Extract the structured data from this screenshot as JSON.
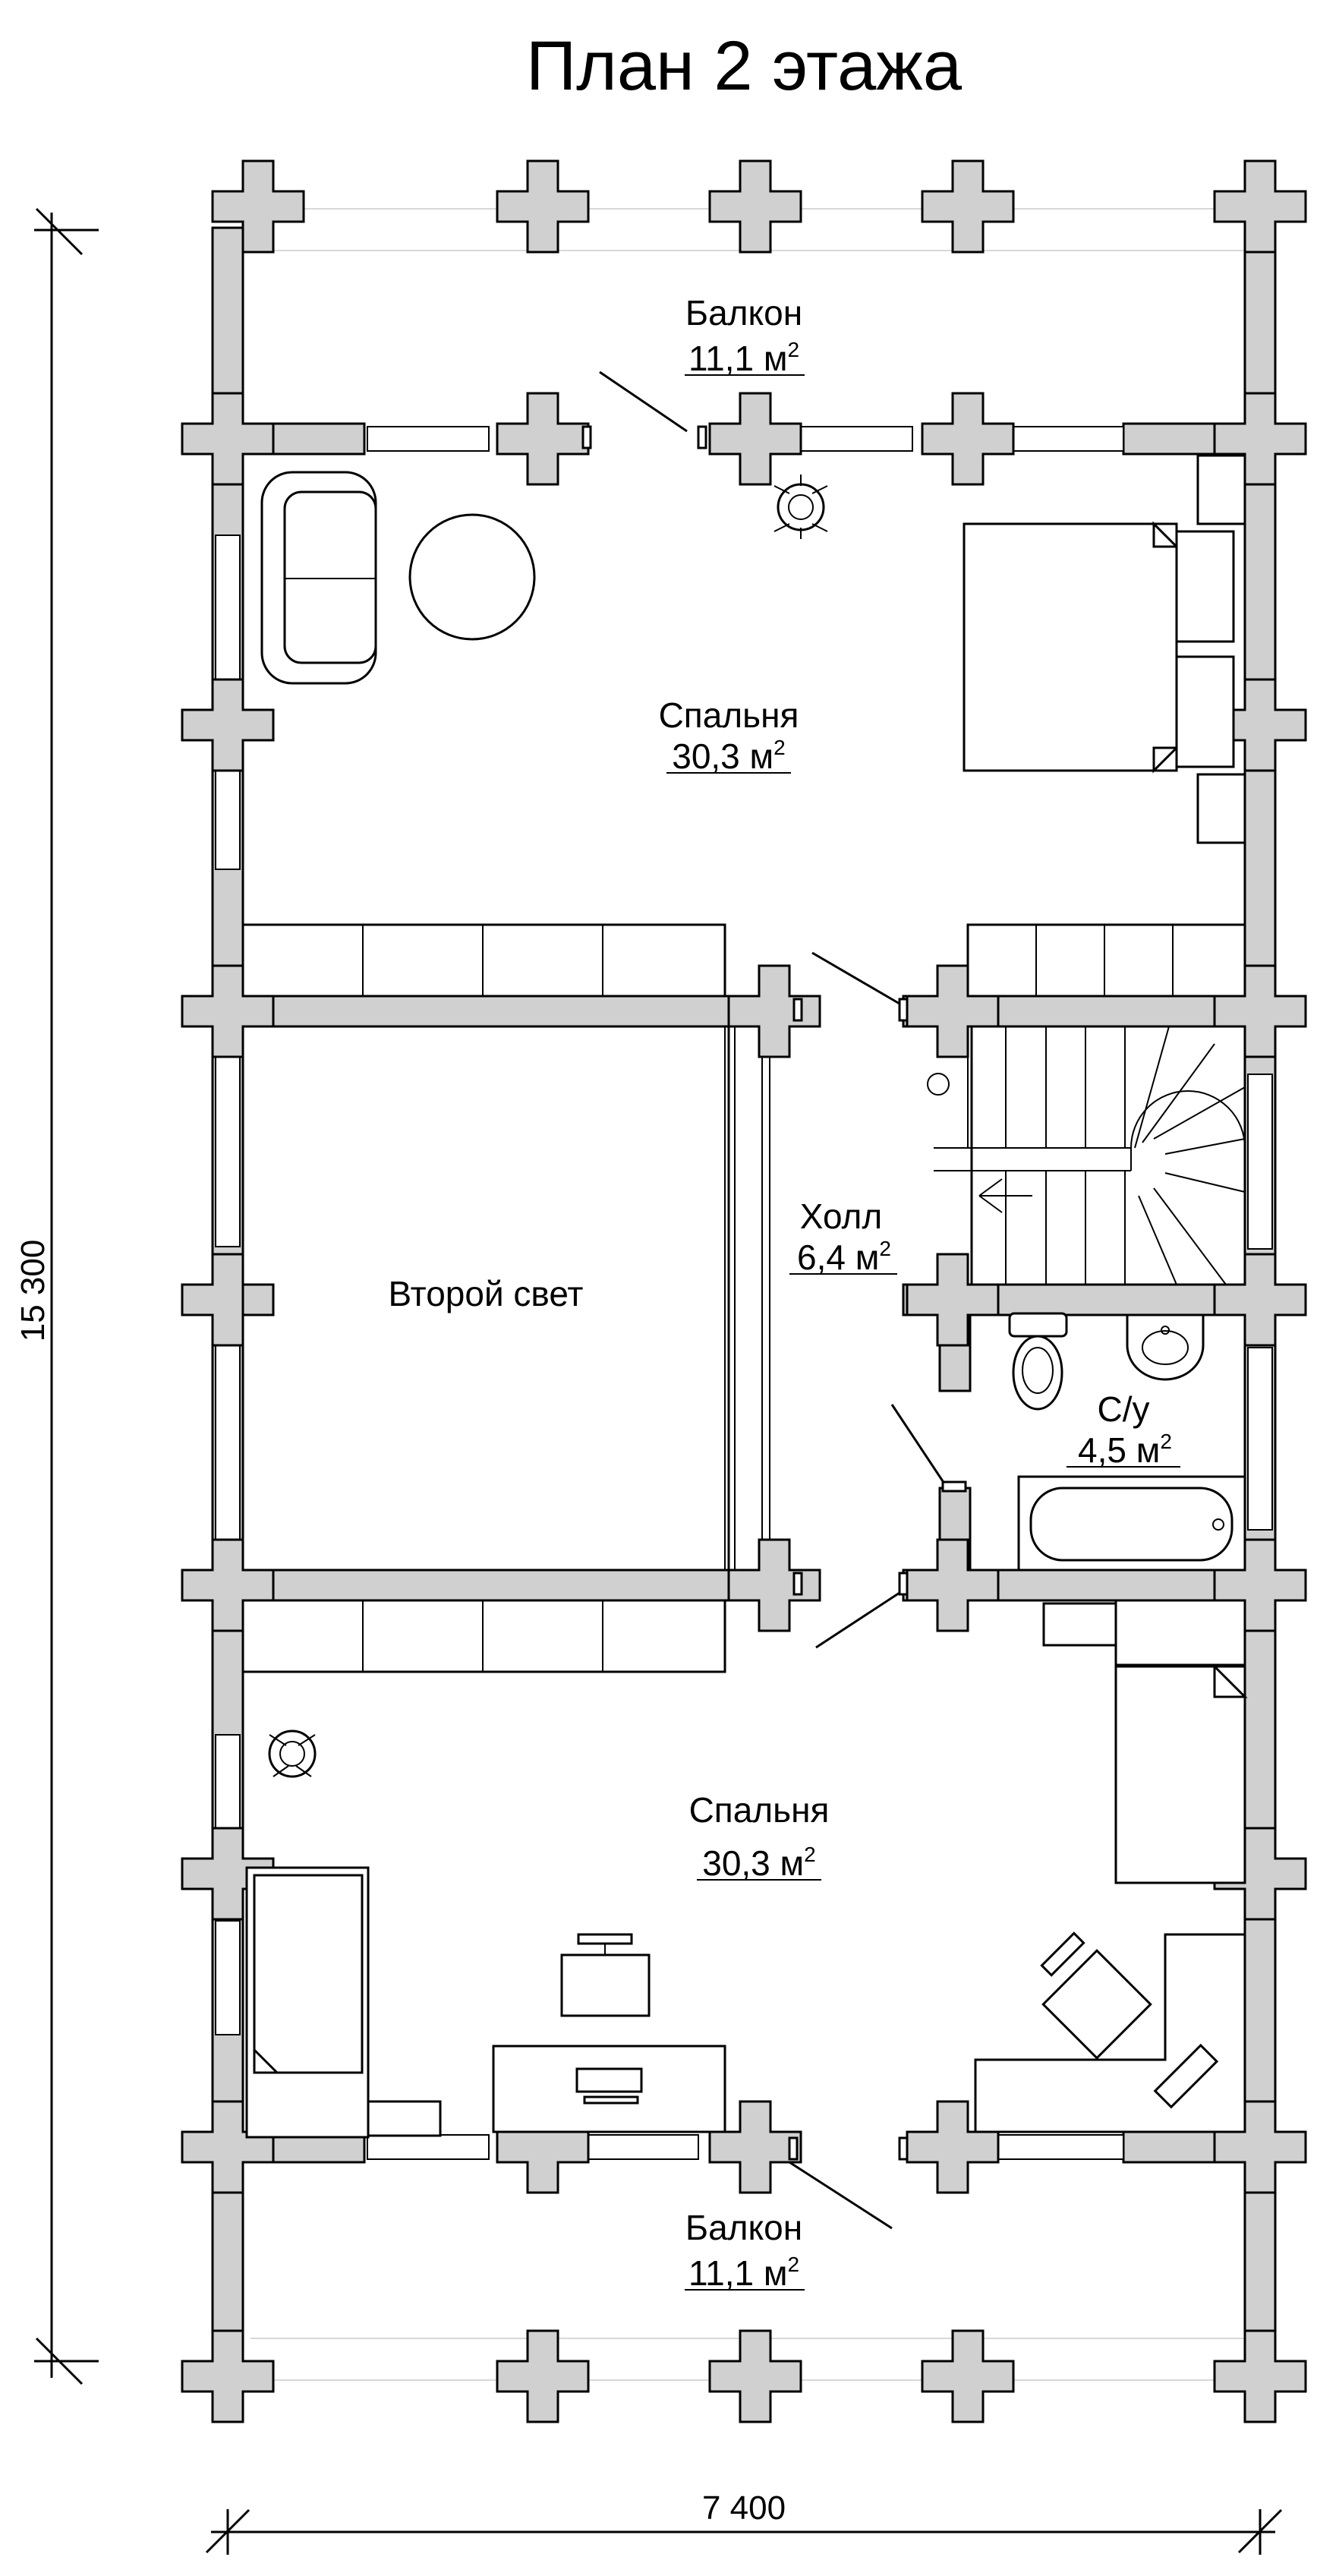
{
  "title": "План 2 этажа",
  "rooms": {
    "balcony_top": {
      "name": "Балкон",
      "area": "11,1 м",
      "sup": "2"
    },
    "bedroom_top": {
      "name": "Спальня",
      "area": "30,3 м",
      "sup": "2"
    },
    "second_light": {
      "name": "Второй свет"
    },
    "hall": {
      "name": "Холл",
      "area": "6,4 м",
      "sup": "2"
    },
    "bathroom": {
      "name": "С/у",
      "area": "4,5 м",
      "sup": "2"
    },
    "bedroom_bottom": {
      "name": "Спальня",
      "area": "30,3 м",
      "sup": "2"
    },
    "balcony_bottom": {
      "name": "Балкон",
      "area": "11,1 м",
      "sup": "2"
    }
  },
  "dimensions": {
    "height": "15 300",
    "width": "7 400"
  },
  "colors": {
    "wall_fill": "#d0d0d0",
    "line": "#000000",
    "background": "#ffffff"
  }
}
